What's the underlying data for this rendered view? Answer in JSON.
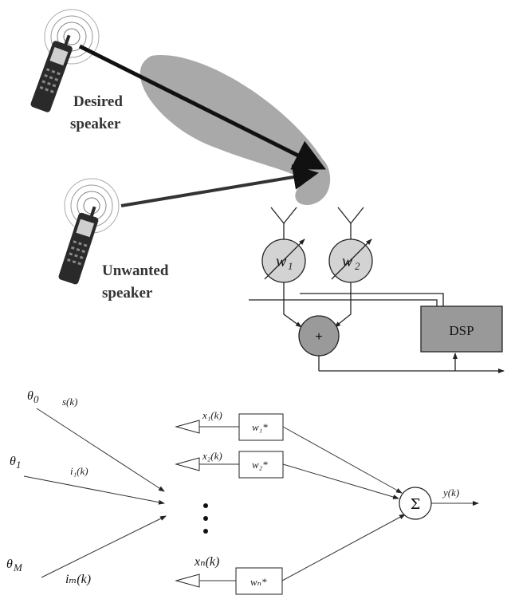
{
  "top": {
    "desired_speaker": [
      "Desired",
      "speaker"
    ],
    "unwanted_speaker": [
      "Unwanted",
      "speaker"
    ],
    "weight1": "w",
    "weight1_sub": "1",
    "weight2": "w",
    "weight2_sub": "2",
    "adder": "+",
    "dsp": "DSP"
  },
  "bottom": {
    "theta0": "θ",
    "theta0_sub": "0",
    "theta1": "θ",
    "theta1_sub": "1",
    "thetaM": "θ",
    "thetaM_sub": "M",
    "signal": "s(k)",
    "interf1": "i₁(k)",
    "interfM": "iₘ(k)",
    "x1": "x₁(k)",
    "x2": "x₂(k)",
    "xN": "xₙ(k)",
    "w1": "w₁*",
    "w2": "w₂*",
    "wN": "wₙ*",
    "sum": "Σ",
    "output": "y(k)",
    "ellipsis": "⋮"
  },
  "colors": {
    "beam": "#a9a9a9",
    "circle_fill": "#d3d3d3",
    "adder_fill": "#9a9a9a",
    "dsp_fill": "#999999",
    "phone_body": "#2a2a2a"
  }
}
